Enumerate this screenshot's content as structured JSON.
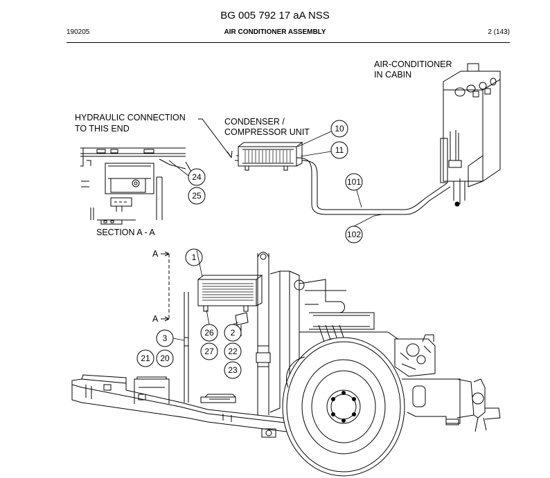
{
  "header": {
    "doc_number": "BG 005 792 17 aA NSS",
    "date_code": "190205",
    "subtitle": "AIR CONDITIONER ASSEMBLY",
    "page": "2 (143)"
  },
  "labels": {
    "ac_cabin_1": "AIR-CONDITIONER",
    "ac_cabin_2": "IN CABIN",
    "hydraulic_1": "HYDRAULIC CONNECTION",
    "hydraulic_2": "TO THIS END",
    "condenser_1": "CONDENSER /",
    "condenser_2": "COMPRESSOR UNIT",
    "section": "SECTION A - A",
    "section_mark_top": "A",
    "section_mark_bottom": "A"
  },
  "callouts": [
    "10",
    "11",
    "101",
    "102",
    "24",
    "25",
    "1",
    "26",
    "2",
    "27",
    "22",
    "23",
    "3",
    "21",
    "20"
  ]
}
